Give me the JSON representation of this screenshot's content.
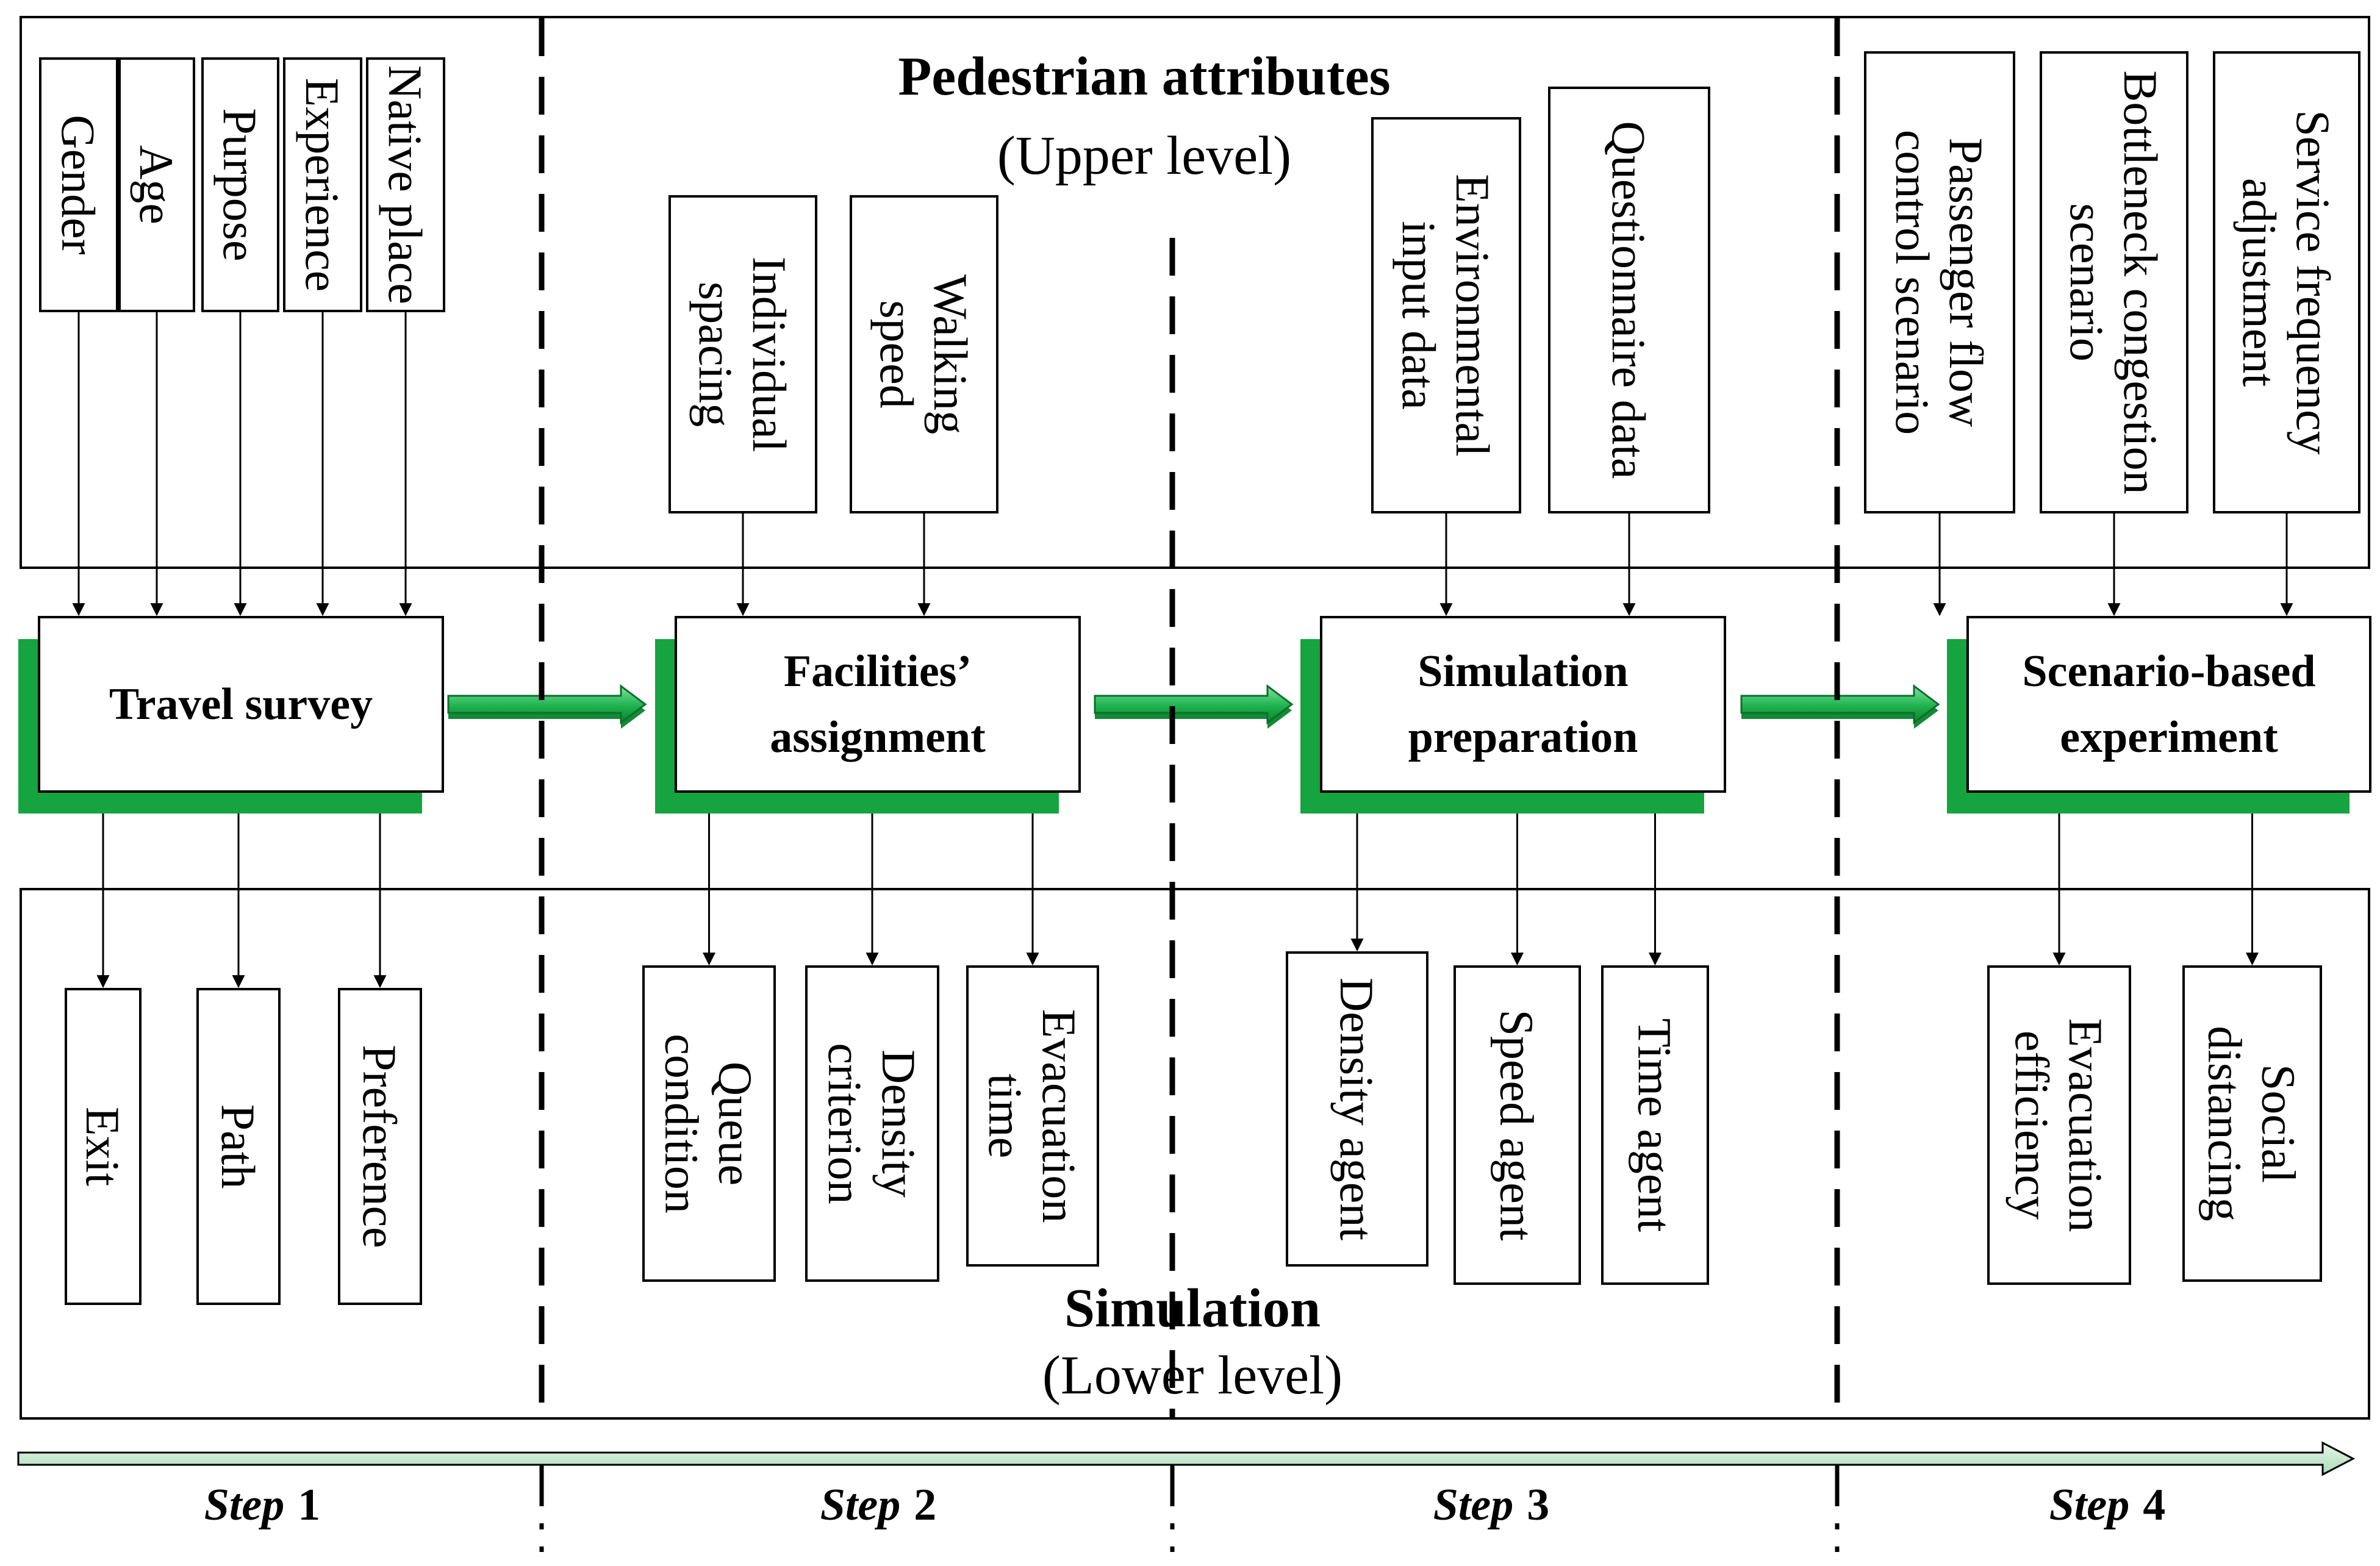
{
  "upper_panel": {
    "title": "Pedestrian attributes",
    "subtitle": "(Upper level)",
    "inputs": [
      {
        "id": "gender",
        "lines": [
          "Gender"
        ]
      },
      {
        "id": "age",
        "lines": [
          "Age"
        ]
      },
      {
        "id": "purpose",
        "lines": [
          "Purpose"
        ]
      },
      {
        "id": "experience",
        "lines": [
          "Experience"
        ]
      },
      {
        "id": "native-place",
        "lines": [
          "Native place"
        ]
      },
      {
        "id": "individual-spacing",
        "lines": [
          "Individual",
          "spacing"
        ]
      },
      {
        "id": "walking-speed",
        "lines": [
          "Walking",
          "speed"
        ]
      },
      {
        "id": "environmental-input",
        "lines": [
          "Environmental",
          "input data"
        ]
      },
      {
        "id": "questionnaire-data",
        "lines": [
          "Questionnaire data"
        ]
      },
      {
        "id": "passenger-flow",
        "lines": [
          "Passenger flow",
          "control scenario"
        ]
      },
      {
        "id": "bottleneck-congestion",
        "lines": [
          "Bottleneck congestion",
          "scenario"
        ]
      },
      {
        "id": "service-frequency",
        "lines": [
          "Service frequency",
          "adjustment"
        ]
      }
    ]
  },
  "processes": [
    {
      "id": "travel-survey",
      "lines": [
        "Travel survey"
      ]
    },
    {
      "id": "facilities-assignment",
      "lines": [
        "Facilities’",
        "assignment"
      ]
    },
    {
      "id": "simulation-preparation",
      "lines": [
        "Simulation",
        "preparation"
      ]
    },
    {
      "id": "scenario-based-experiment",
      "lines": [
        "Scenario-based",
        "experiment"
      ]
    }
  ],
  "lower_panel": {
    "title": "Simulation",
    "subtitle": "(Lower level)",
    "outputs": [
      {
        "id": "exit",
        "lines": [
          "Exit"
        ]
      },
      {
        "id": "path",
        "lines": [
          "Path"
        ]
      },
      {
        "id": "preference",
        "lines": [
          "Preference"
        ]
      },
      {
        "id": "queue-condition",
        "lines": [
          "Queue",
          "condition"
        ]
      },
      {
        "id": "density-criterion",
        "lines": [
          "Density",
          "criterion"
        ]
      },
      {
        "id": "evacuation-time",
        "lines": [
          "Evacuation",
          "time"
        ]
      },
      {
        "id": "density-agent",
        "lines": [
          "Density agent"
        ]
      },
      {
        "id": "speed-agent",
        "lines": [
          "Speed agent"
        ]
      },
      {
        "id": "time-agent",
        "lines": [
          "Time agent"
        ]
      },
      {
        "id": "evacuation-efficiency",
        "lines": [
          "Evacuation",
          "efficiency"
        ]
      },
      {
        "id": "social-distancing",
        "lines": [
          "Social",
          "distancing"
        ]
      }
    ]
  },
  "steps": [
    {
      "word": "Step",
      "number": "1"
    },
    {
      "word": "Step",
      "number": "2"
    },
    {
      "word": "Step",
      "number": "3"
    },
    {
      "word": "Step",
      "number": "4"
    }
  ],
  "colors": {
    "accent_green": "#15a43f",
    "arrow_light": "#55d27f",
    "arrow_dark": "#128a36",
    "timeline_fill": "#c9ecd1",
    "line": "#000000"
  }
}
